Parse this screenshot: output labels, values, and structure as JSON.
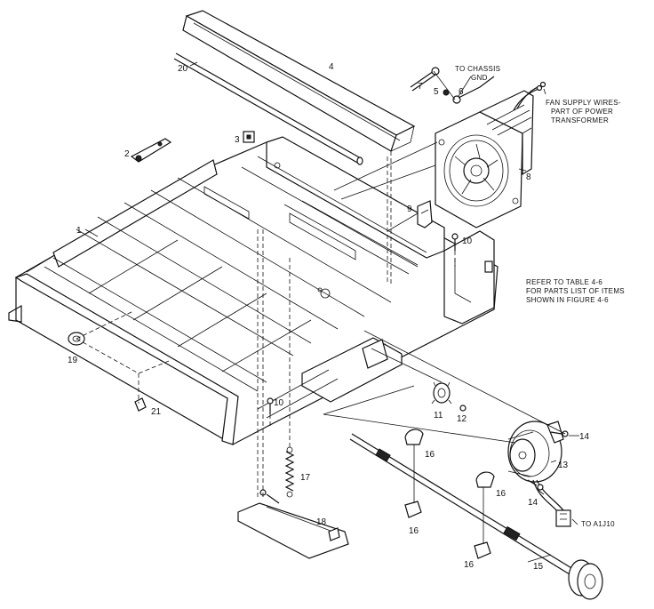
{
  "labels": {
    "l1": "1",
    "l2": "2",
    "l3": "3",
    "l4": "4",
    "l5": "5",
    "l6": "6",
    "l7": "7",
    "l8": "8",
    "l9": "9",
    "l10a": "10",
    "l10b": "10",
    "l11": "11",
    "l12": "12",
    "l13": "13",
    "l14a": "14",
    "l14b": "14",
    "l15": "15",
    "l16a": "16",
    "l16b": "16",
    "l16c": "16",
    "l16d": "16",
    "l17": "17",
    "l18": "18",
    "l19": "19",
    "l20": "20",
    "l21": "21"
  },
  "notes": {
    "chassis_1": "TO CHASSIS",
    "chassis_2": "GND",
    "fan_1": "FAN SUPPLY WIRES-",
    "fan_2": "PART OF POWER",
    "fan_3": "TRANSFORMER",
    "refer_1": "REFER TO TABLE 4-6",
    "refer_2": "FOR PARTS LIST OF ITEMS",
    "refer_3": "SHOWN IN FIGURE 4-6",
    "to_a1j10": "TO A1J10"
  }
}
